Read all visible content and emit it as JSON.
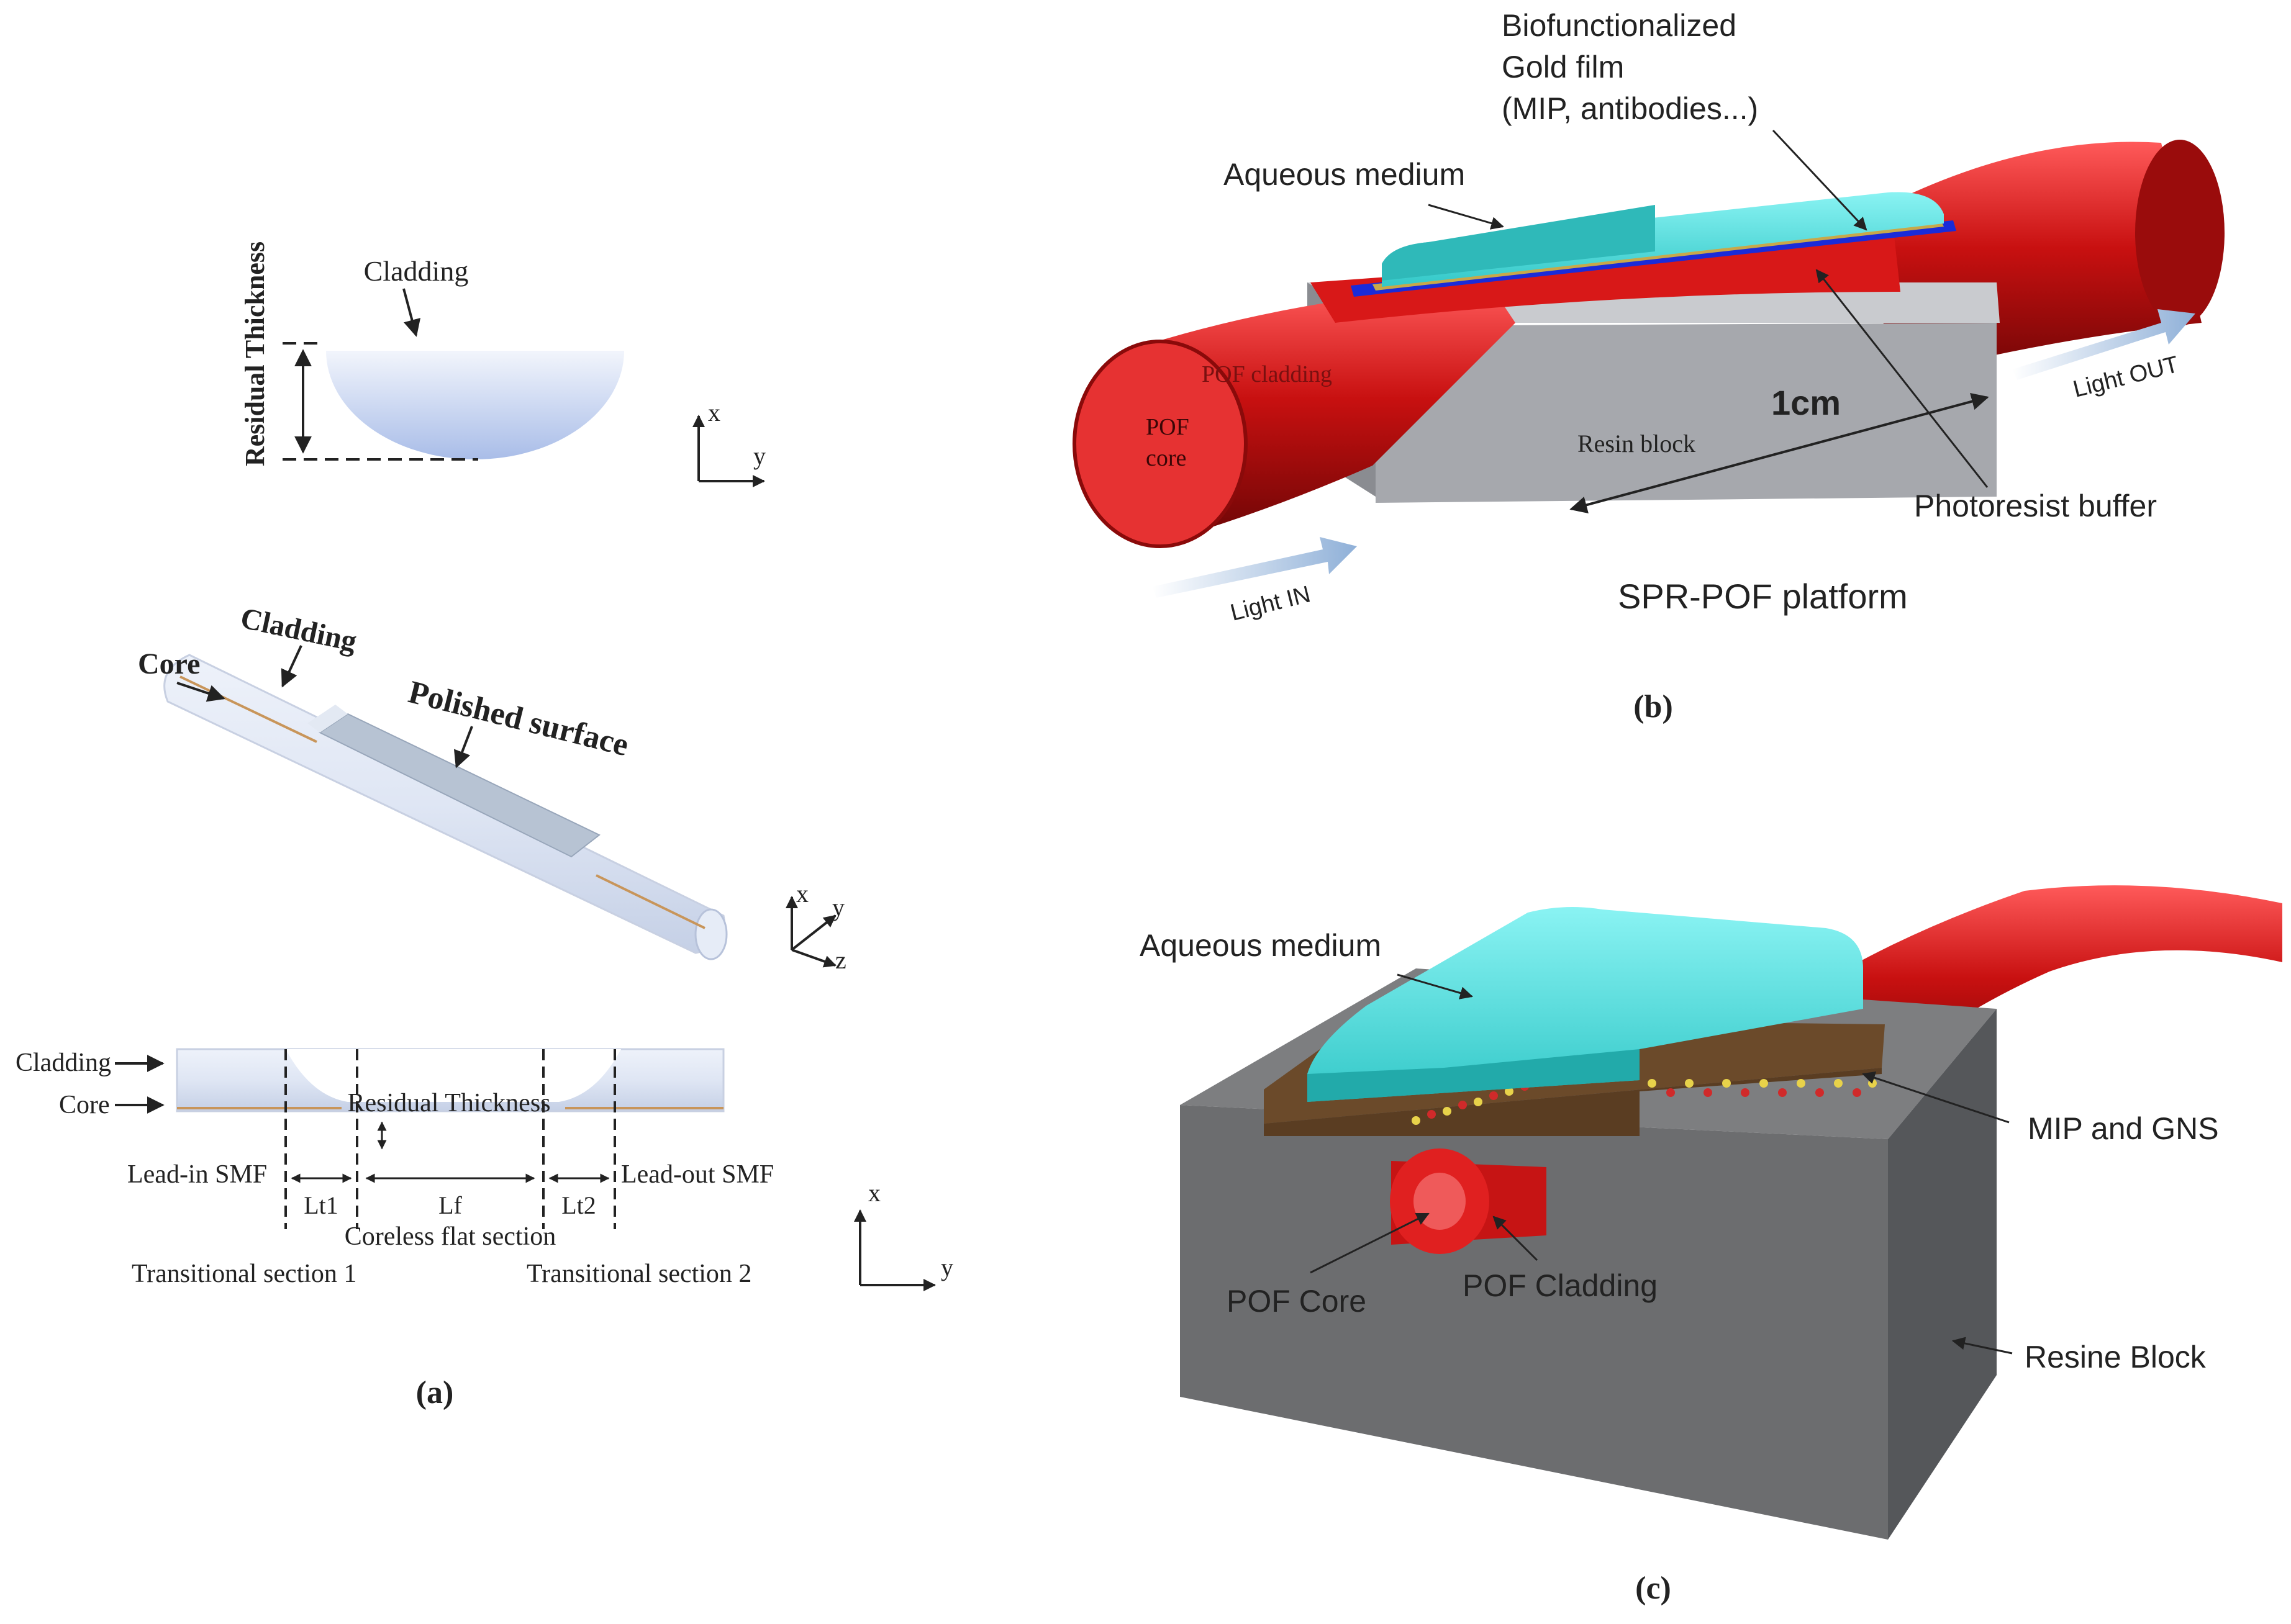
{
  "colors": {
    "resin_block": "#a6a8ad",
    "fiber_red": "#c81010",
    "aqueous_medium": "#3fd6d6",
    "gold_film": "#c8a84a",
    "photoresist_blue": "#1a2bd8",
    "mip_layer": "#6b4a2a",
    "cladding_blue": "#b7c7ec",
    "light_arrow": "#8fb0d8"
  },
  "panel_a": {
    "caption": "(a)",
    "cross_section": {
      "title": "Cladding",
      "thickness_label": "Residual Thickness",
      "axis_x": "x",
      "axis_y": "y"
    },
    "fiber_3d": {
      "cladding": "Cladding",
      "core": "Core",
      "polished": "Polished surface",
      "axis_x": "x",
      "axis_y": "y",
      "axis_z": "z"
    },
    "side_view": {
      "cladding": "Cladding",
      "core": "Core",
      "residual": "Residual Thickness",
      "lead_in": "Lead-in SMF",
      "lead_out": "Lead-out SMF",
      "lt1": "Lt1",
      "lf": "Lf",
      "lt2": "Lt2",
      "coreless": "Coreless flat section",
      "trans1": "Transitional section 1",
      "trans2": "Transitional section 2",
      "axis_x": "x",
      "axis_y": "y"
    }
  },
  "panel_b": {
    "caption": "(b)",
    "bio_line1": "Biofunctionalized",
    "bio_line2": "Gold film",
    "bio_line3": "(MIP, antibodies...)",
    "aqueous": "Aqueous medium",
    "pof_cladding": "POF cladding",
    "pof_core_1": "POF",
    "pof_core_2": "core",
    "resin": "Resin block",
    "length": "1cm",
    "light_out": "Light OUT",
    "light_in": "Light IN",
    "photoresist": "Photoresist buffer",
    "platform": "SPR-POF platform"
  },
  "panel_c": {
    "caption": "(c)",
    "aqueous": "Aqueous medium",
    "mip": "MIP and GNS",
    "pof_core": "POF Core",
    "pof_cladding": "POF Cladding",
    "resin": "Resine Block"
  }
}
